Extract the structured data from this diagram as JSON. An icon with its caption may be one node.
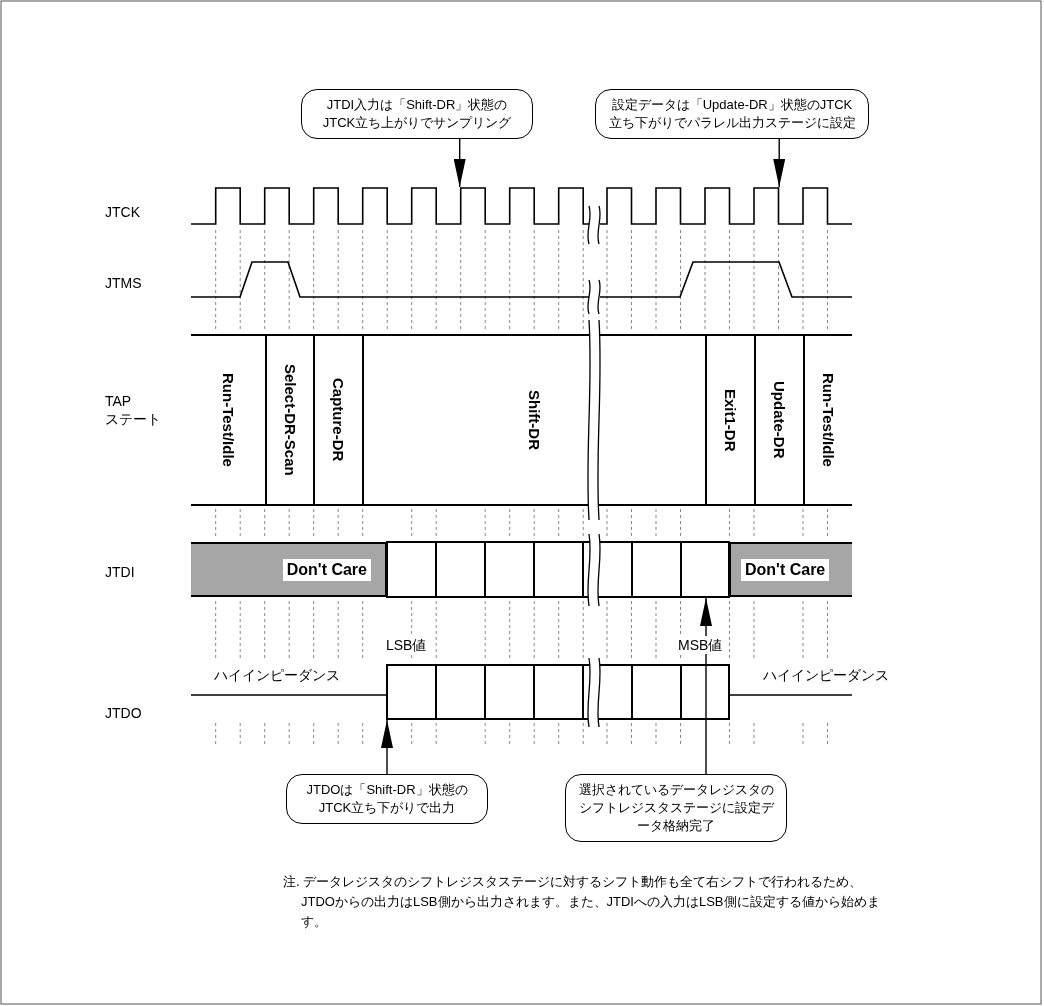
{
  "diagram": {
    "nodes": [
      {
        "text": [
          "JTDI入力は「Shift-DR」状態のJTCK立ち上がりでサンプリング"
        ]
      },
      {
        "text": [
          "設定データは「Update-DR」状態のJTCK立ち下がりでパラレル出力ステージに設定"
        ]
      },
      {
        "text": [
          "Run-Test/Idle"
        ]
      },
      {
        "text": [
          "Select-DR-Scan"
        ]
      },
      {
        "text": [
          "Capture-DR"
        ]
      },
      {
        "text": [
          "Shift-DR"
        ]
      },
      {
        "text": [
          "Exit1-DR"
        ]
      },
      {
        "text": [
          "Update-DR"
        ]
      },
      {
        "text": [
          "Run-Test/Idle"
        ]
      },
      {
        "text": [
          "Don't Care"
        ]
      },
      {
        "text": [
          "Don't Care"
        ]
      },
      {
        "text": [
          "JTDOは「Shift-DR」状態のJTCK立ち下がりで出力"
        ]
      },
      {
        "text": [
          "選択されているデータレジスタのシフトレジスタステージに設定データ格納完了"
        ]
      },
      {
        "text": [],
        "shape": "waveform"
      },
      {
        "text": [],
        "shape": "bar"
      },
      {
        "text": [],
        "shape": "bar"
      }
    ],
    "edges": [
      {
        "from": 0,
        "to": 13,
        "arrow": "to"
      },
      {
        "from": 1,
        "to": 13,
        "arrow": "to"
      },
      {
        "from": 11,
        "to": 15,
        "arrow": "to"
      },
      {
        "from": 12,
        "to": 14,
        "arrow": "to"
      }
    ],
    "labels": [
      "JTCK",
      "JTMS",
      "TAP ステート",
      "JTDI",
      "LSB値",
      "MSB値",
      "ハイインピーダンス",
      "ハイインピーダンス",
      "JTDO",
      "注. データレジスタのシフトレジスタステージに対するシフト動作も全て右シフトで行われるため、JTDOからの出力はLSB側から出力されます。また、JTDIへの入力はLSB側に設定する値から始めます。"
    ]
  }
}
